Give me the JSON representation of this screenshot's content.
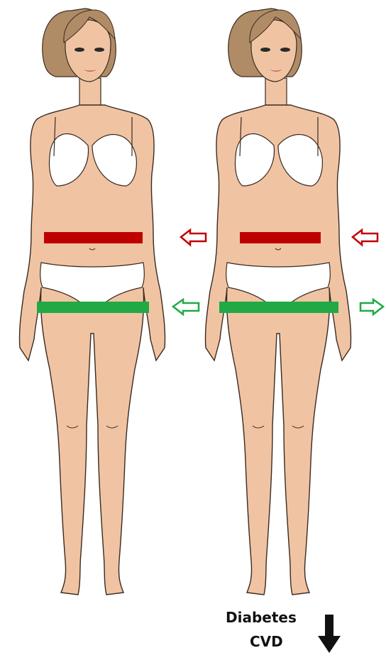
{
  "figures": [
    {
      "id": "before",
      "waist_band_color": "#c00000",
      "hip_band_color": "#21a945",
      "waist_arrow": "inward",
      "hip_arrow": "inward"
    },
    {
      "id": "after",
      "waist_band_color": "#c00000",
      "hip_band_color": "#21a945",
      "waist_arrow": "inward",
      "hip_arrow": "outward"
    }
  ],
  "colors": {
    "skin": "#f0c4a3",
    "hair": "#b08c66",
    "underwear": "#ffffff",
    "outline": "#3a2a20",
    "waist": "#c00000",
    "hip": "#21a945"
  },
  "outcome": {
    "labels": [
      "Diabetes",
      "CVD"
    ],
    "direction": "decrease",
    "arrow_icon": "down-arrow-icon"
  }
}
